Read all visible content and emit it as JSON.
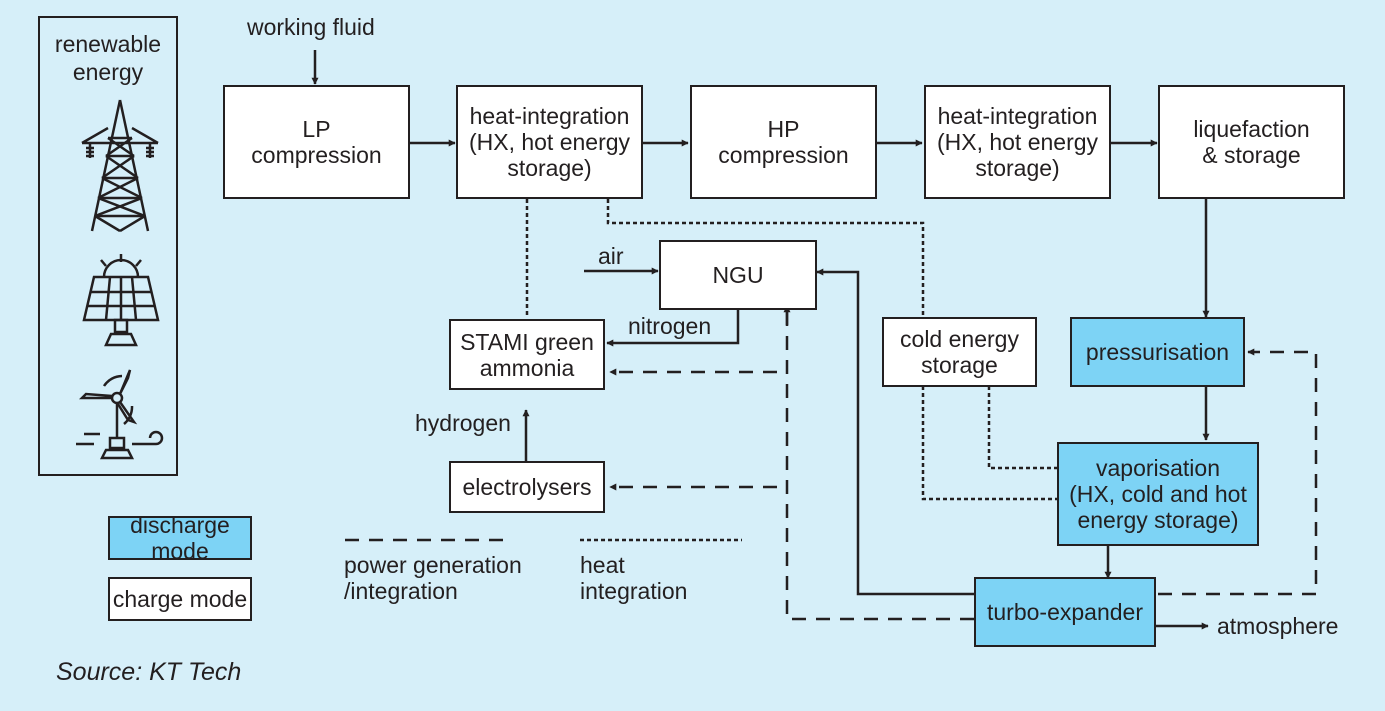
{
  "diagram": {
    "type": "process-flow",
    "renewable_panel": {
      "title": "renewable\nenergy",
      "icons": [
        "power-pylon-icon",
        "solar-panel-icon",
        "wind-turbine-icon"
      ]
    },
    "inputs": {
      "working_fluid": "working fluid",
      "air": "air",
      "atmosphere": "atmosphere"
    },
    "flow_labels": {
      "nitrogen": "nitrogen",
      "hydrogen": "hydrogen"
    },
    "nodes": {
      "lp_compression": {
        "label": "LP\ncompression",
        "mode": "charge"
      },
      "heat_integration_1": {
        "label": "heat-integration\n(HX, hot energy\nstorage)",
        "mode": "charge"
      },
      "hp_compression": {
        "label": "HP\ncompression",
        "mode": "charge"
      },
      "heat_integration_2": {
        "label": "heat-integration\n(HX, hot energy\nstorage)",
        "mode": "charge"
      },
      "liquefaction": {
        "label": "liquefaction\n& storage",
        "mode": "charge"
      },
      "ngu": {
        "label": "NGU",
        "mode": "charge"
      },
      "stami": {
        "label": "STAMI green\nammonia",
        "mode": "charge"
      },
      "electrolysers": {
        "label": "electrolysers",
        "mode": "charge"
      },
      "cold_storage": {
        "label": "cold energy\nstorage",
        "mode": "charge"
      },
      "pressurisation": {
        "label": "pressurisation",
        "mode": "discharge"
      },
      "vaporisation": {
        "label": "vaporisation\n(HX, cold and hot\nenergy storage)",
        "mode": "discharge"
      },
      "turbo_expander": {
        "label": "turbo-expander",
        "mode": "discharge"
      }
    },
    "legend": {
      "discharge_mode": "discharge mode",
      "charge_mode": "charge mode",
      "dashed": "power generation\n/integration",
      "dotted": "heat\nintegration"
    },
    "source": "Source: KT Tech",
    "colors": {
      "background": "#d6eff9",
      "discharge": "#7dd3f5",
      "charge": "#ffffff",
      "ink": "#231f20"
    }
  }
}
